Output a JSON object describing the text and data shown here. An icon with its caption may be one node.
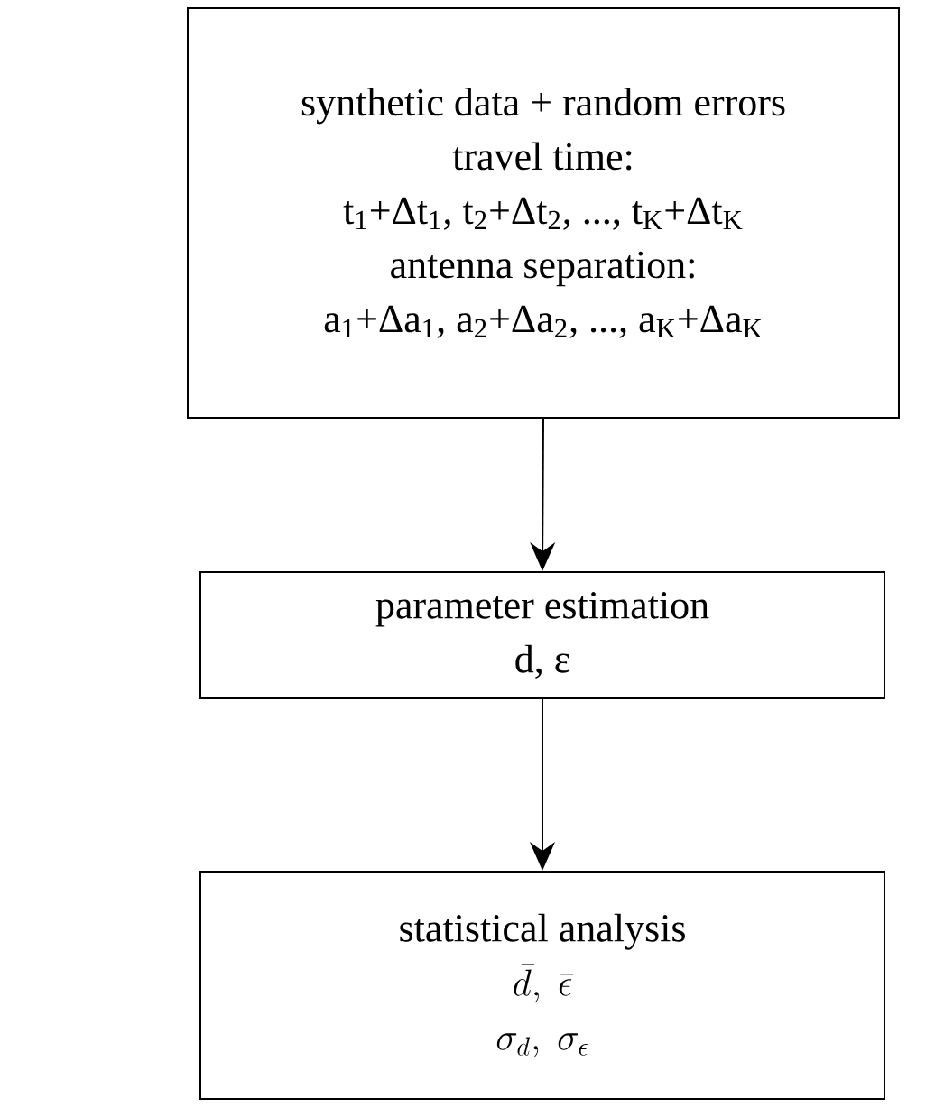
{
  "diagram": {
    "nodes": [
      {
        "text": [
          "synthetic data + random errors",
          "travel time:",
          "t$_{1}$+Δt$_{1}$, t$_{2}$+Δt$_{2}$, ..., t$_{K}$+Δt$_{K}$",
          "antenna separation:",
          "a$_{1}$+Δa$_{1}$, a$_{2}$+Δa$_{2}$, ..., a$_{K}$+Δa$_{K}$"
        ]
      },
      {
        "text": [
          "parameter estimation",
          "d, ε"
        ]
      },
      {
        "text": [
          "statistical analysis",
          "\\bar{d},\\ \\bar{\\epsilon}",
          "\\sigma_d,\\ \\sigma_\\epsilon"
        ]
      }
    ],
    "edges": [
      {
        "from": 0,
        "to": 1,
        "arrow": "to"
      },
      {
        "from": 1,
        "to": 2,
        "arrow": "to"
      }
    ]
  }
}
